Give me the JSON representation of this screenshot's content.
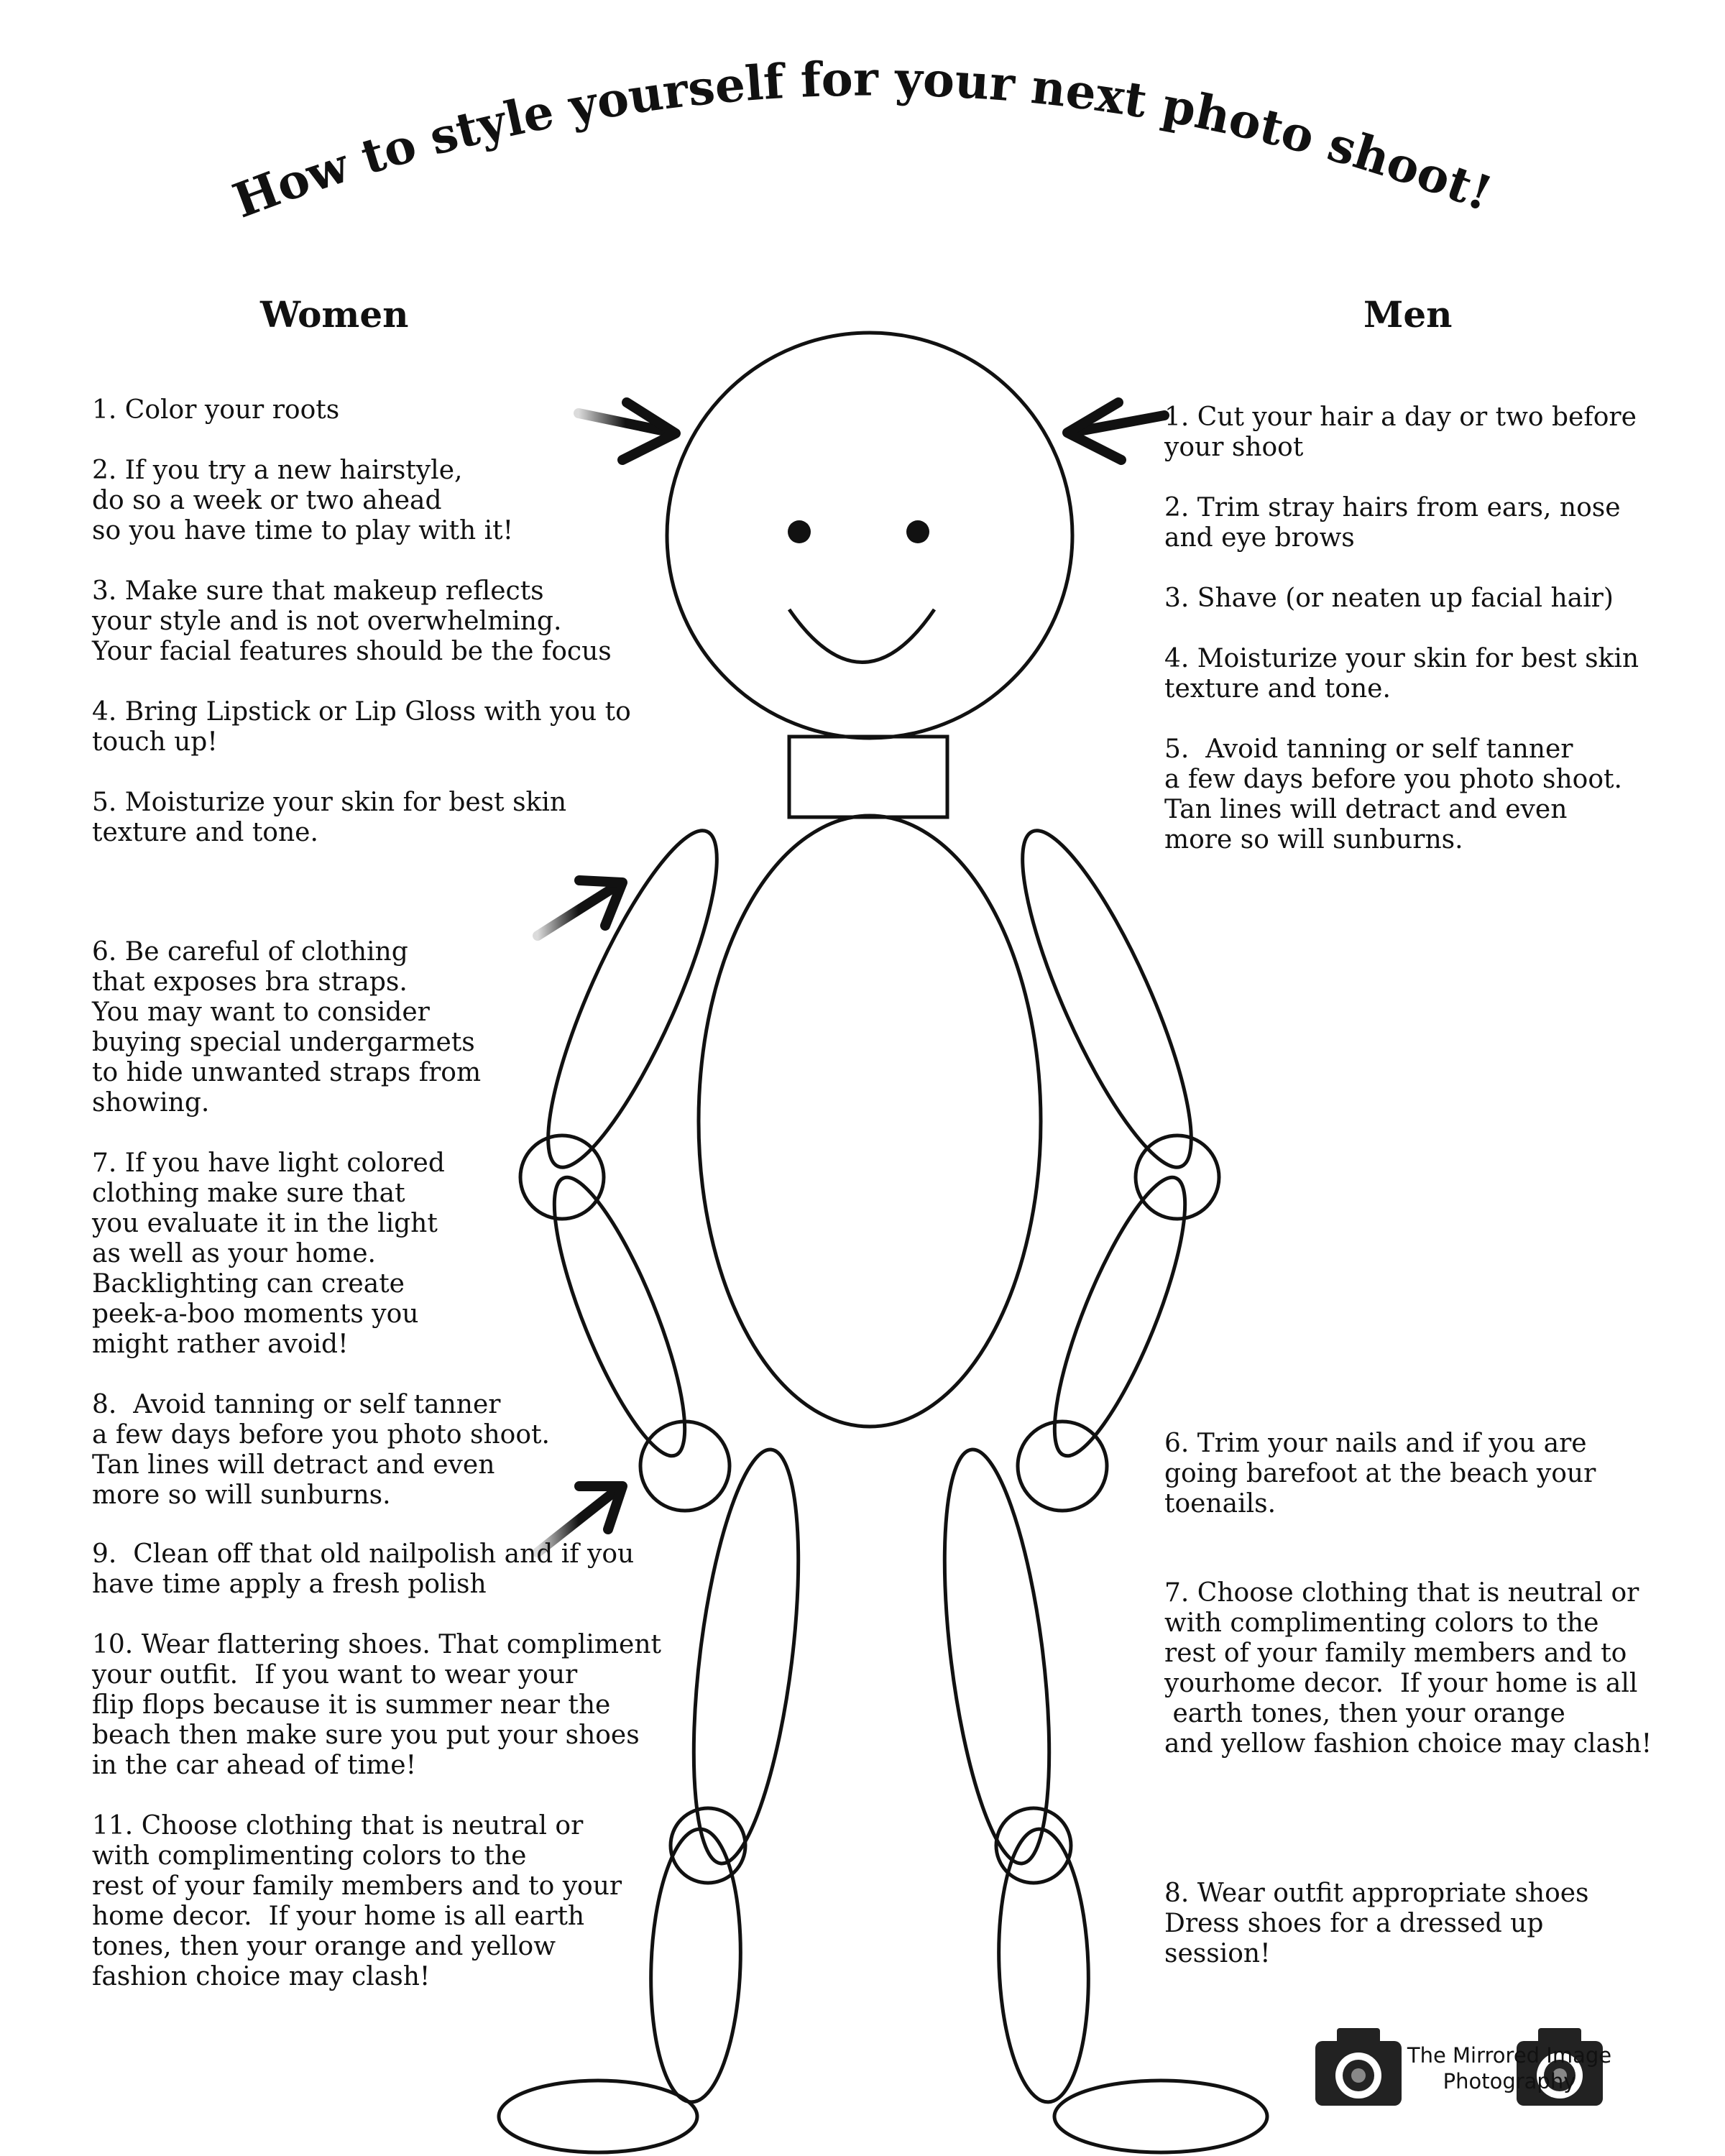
{
  "title": "How to style yourself for your next photo shoot!",
  "women": {
    "heading": "Women",
    "tips": [
      "1. Color your roots",
      "2. If you try a new hairstyle,\ndo so a week or two ahead\nso you have time to play with it!",
      "3. Make sure that makeup reflects\nyour style and is not overwhelming.\nYour facial features should be the focus",
      "4. Bring Lipstick or Lip Gloss with you to\ntouch up!",
      "5. Moisturize your skin for best skin\ntexture and tone.",
      "6. Be careful of clothing\nthat exposes bra straps.\nYou may want to consider\nbuying special undergarmets\nto hide unwanted straps from\nshowing.",
      "7. If you have light colored\nclothing make sure that\nyou evaluate it in the light\nas well as your home.\nBacklighting can create\npeek-a-boo moments you\nmight rather avoid!",
      "8.  Avoid tanning or self tanner\na few days before you photo shoot.\nTan lines will detract and even\nmore so will sunburns.",
      "9.  Clean off that old nailpolish and if you\nhave time apply a fresh polish",
      "10. Wear flattering shoes. That compliment\nyour outfit.  If you want to wear your\nflip flops because it is summer near the\nbeach then make sure you put your shoes\nin the car ahead of time!",
      "11. Choose clothing that is neutral or\nwith complimenting colors to the\nrest of your family members and to your\nhome decor.  If your home is all earth\ntones, then your orange and yellow\nfashion choice may clash!"
    ]
  },
  "men": {
    "heading": "Men",
    "tips": [
      "1. Cut your hair a day or two before\nyour shoot",
      "2. Trim stray hairs from ears, nose\nand eye brows",
      "3. Shave (or neaten up facial hair)",
      "4. Moisturize your skin for best skin\ntexture and tone.",
      "5.  Avoid tanning or self tanner\na few days before you photo shoot.\nTan lines will detract and even\nmore so will sunburns.",
      "6. Trim your nails and if you are\ngoing barefoot at the beach your\ntoenails.",
      "7. Choose clothing that is neutral or\nwith complimenting colors to the\nrest of your family members and to\nyourhome decor.  If your home is all\n earth tones, then your orange\nand yellow fashion choice may clash!",
      "8. Wear outfit appropriate shoes\nDress shoes for a dressed up\nsession!"
    ]
  },
  "logo": {
    "line1": "The Mirrored Image",
    "line2": "Photography"
  },
  "colors": {
    "ink": "#111111",
    "background": "#ffffff"
  }
}
